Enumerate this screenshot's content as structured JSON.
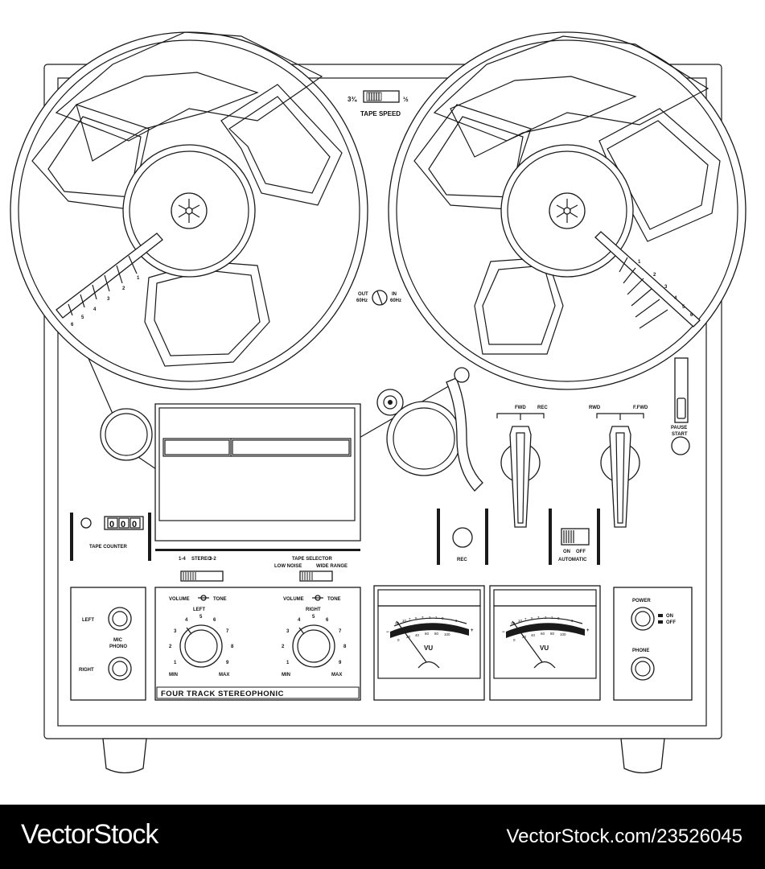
{
  "deck": {
    "tape_speed": {
      "fast": "3¾",
      "slow": "½",
      "label": "TAPE SPEED"
    },
    "eq": {
      "out": "OUT",
      "out_sub": "60Hz",
      "in": "IN",
      "in_sub": "60Hz"
    },
    "tension_scale": [
      "1",
      "2",
      "3",
      "4",
      "5",
      "6"
    ],
    "transport": {
      "fwd": "FWD",
      "rec": "REC",
      "rwd": "RWD",
      "ffwd": "F.FWD"
    },
    "pause": {
      "line1": "PAUSE",
      "line2": "START"
    },
    "counter": {
      "digits": [
        "0",
        "0",
        "0"
      ],
      "label": "TAPE COUNTER"
    },
    "track_select": {
      "a": "1-4",
      "b": "STEREO",
      "c": "3-2"
    },
    "tape_selector": {
      "title": "TAPE SELECTOR",
      "low": "LOW NOISE",
      "wide": "WIDE RANGE"
    },
    "rec_button": "REC",
    "automatic": {
      "on": "ON",
      "off": "OFF",
      "label": "AUTOMATIC"
    },
    "inputs": {
      "left": "LEFT",
      "right": "RIGHT",
      "mic": "MIC",
      "phono": "PHONO"
    },
    "mixer": {
      "volume": "VOLUME",
      "tone": "TONE",
      "left_title": "LEFT",
      "right_title": "RIGHT",
      "scale": [
        "1",
        "2",
        "3",
        "4",
        "5",
        "6",
        "7",
        "8",
        "9"
      ],
      "min": "MIN",
      "max": "MAX",
      "banner": "FOUR TRACK STEREOPHONIC"
    },
    "vu": {
      "label": "VU",
      "top_scale": [
        "20",
        "10",
        "7",
        "5",
        "3",
        "2",
        "1",
        "0",
        "3"
      ],
      "bottom_scale": [
        "0",
        "20",
        "40",
        "60",
        "80",
        "100"
      ],
      "minus": "−",
      "plus": "+"
    },
    "power": {
      "label": "POWER",
      "on": "ON",
      "off": "OFF",
      "phone": "PHONE"
    }
  },
  "footer": {
    "brand": "VectorStock",
    "url": "VectorStock.com/23526045"
  }
}
